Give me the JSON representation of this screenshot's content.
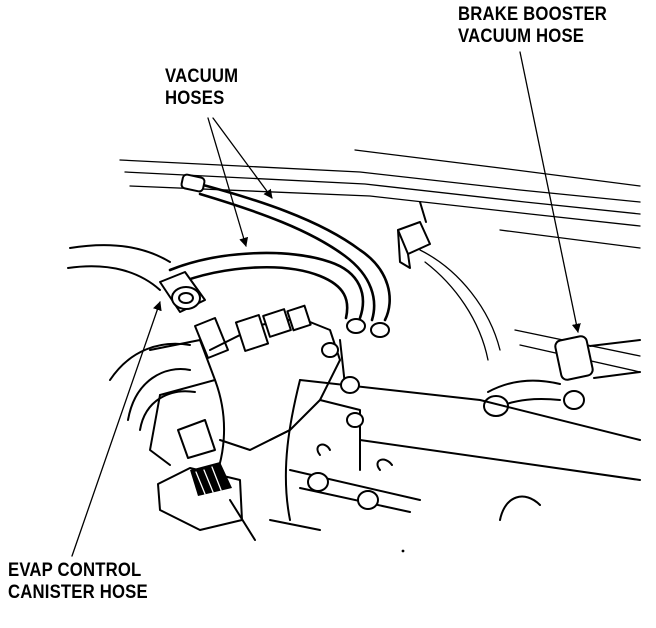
{
  "labels": {
    "brake_booster": [
      "BRAKE BOOSTER",
      "VACUUM HOSE"
    ],
    "vacuum_hoses": [
      "VACUUM",
      "HOSES"
    ],
    "evap": [
      "EVAP CONTROL",
      "CANISTER HOSE"
    ]
  },
  "colors": {
    "ink": "#000000",
    "paper": "#ffffff"
  }
}
